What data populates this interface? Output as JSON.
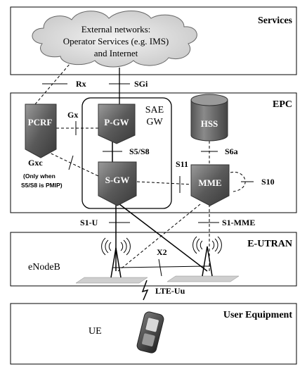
{
  "sections": {
    "services": "Services",
    "epc": "EPC",
    "eutran": "E-UTRAN",
    "ue": "User Equipment"
  },
  "cloud": {
    "line1": "External networks:",
    "line2": "Operator Services (e.g. IMS)",
    "line3": "and Internet"
  },
  "nodes": {
    "pcrf": "PCRF",
    "pgw": "P-GW",
    "sgw": "S-GW",
    "hss": "HSS",
    "mme": "MME",
    "sae_gw_line1": "SAE",
    "sae_gw_line2": "GW",
    "enodeb": "eNodeB",
    "ue": "UE"
  },
  "interfaces": {
    "rx": "Rx",
    "sgi": "SGi",
    "gx": "Gx",
    "gxc": "Gxc",
    "gxc_note_line1": "(Only when",
    "gxc_note_line2": "S5/S8 is PMIP)",
    "s5s8": "S5/S8",
    "s11": "S11",
    "s6a": "S6a",
    "s10": "S10",
    "s1u": "S1-U",
    "s1mme": "S1-MME",
    "x2": "X2",
    "lteuu": "LTE-Uu"
  }
}
